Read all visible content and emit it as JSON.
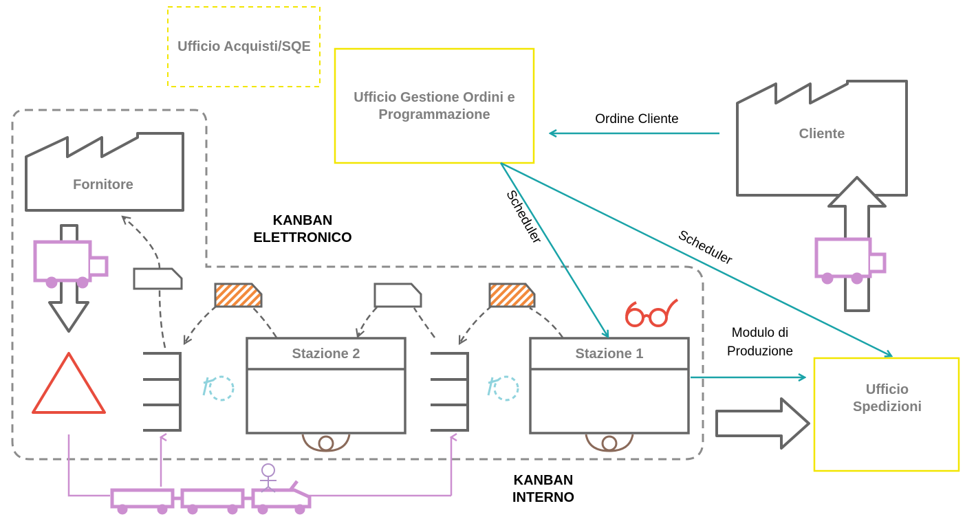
{
  "colors": {
    "gray": "#7f7f7f",
    "teal": "#1aa3a8",
    "purple": "#cc8fd0",
    "yellow": "#f2e600",
    "red": "#e84c3d",
    "orange": "#f28a3c",
    "brown": "#8a6a5a",
    "lightTeal": "#8fd3dd"
  },
  "nodes": {
    "acquisti": "Ufficio Acquisti/SQE",
    "gestione": "Ufficio Gestione Ordini e Programmazione",
    "cliente": "Cliente",
    "fornitore": "Fornitore",
    "stazione2": "Stazione 2",
    "stazione1": "Stazione 1",
    "spedizioni": "Ufficio Spedizioni"
  },
  "labels": {
    "kanbanElettronico": "KANBAN ELETTRONICO",
    "kanbanInterno": "KANBAN INTERNO",
    "ordineCliente": "Ordine Cliente",
    "scheduler1": "Scheduler",
    "scheduler2": "Scheduler",
    "moduloProduzione": "Modulo di Produzione"
  }
}
